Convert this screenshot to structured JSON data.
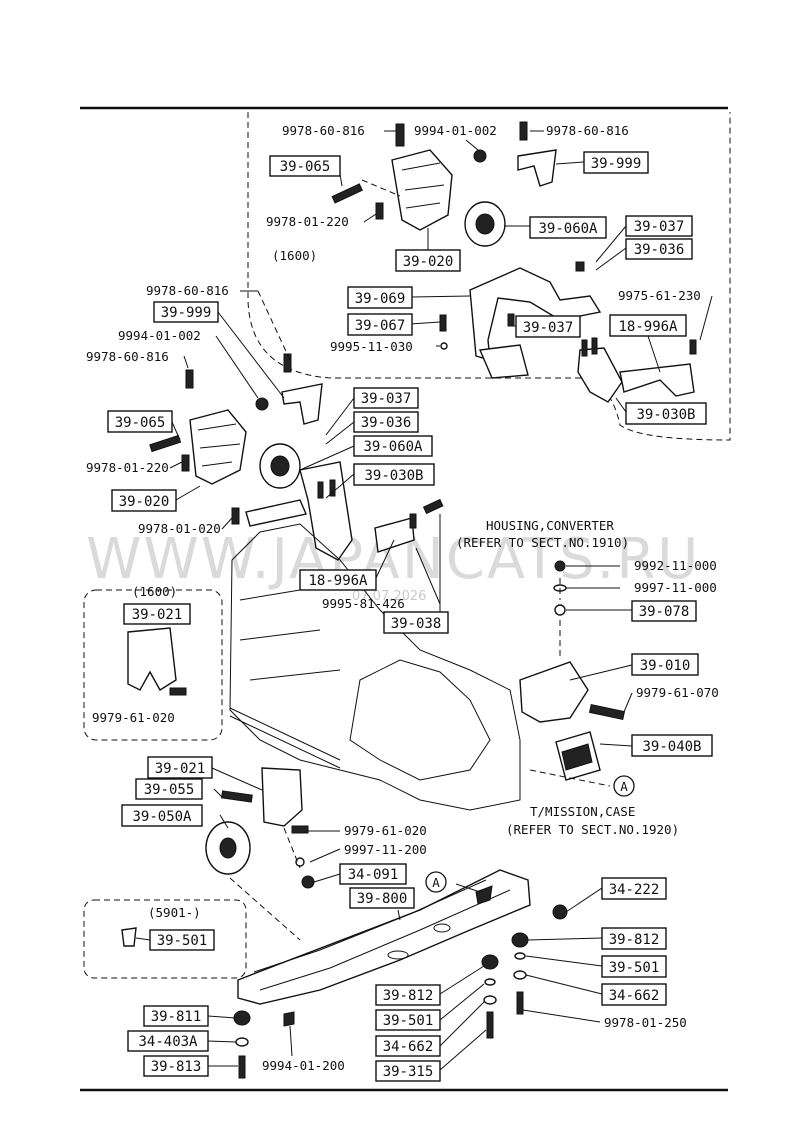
{
  "watermark": {
    "text": "WWW.JAPANCATS.RU",
    "date": "07.07.2026"
  },
  "notes": {
    "n1600_top": "(1600)",
    "n1600_left": "(1600)",
    "n5901": "(5901-)",
    "housing_1": "HOUSING,CONVERTER",
    "housing_2": "(REFER TO SECT.NO.1910)",
    "tmission_1": "T/MISSION,CASE",
    "tmission_2": "(REFER TO SECT.NO.1920)",
    "ref_a1": "A",
    "ref_a2": "A"
  },
  "boxes": {
    "b01": "39-065",
    "b02": "39-020",
    "b03": "39-999",
    "b04": "39-060A",
    "b05": "39-037",
    "b06": "39-036",
    "b07": "39-069",
    "b08": "39-067",
    "b09": "39-037",
    "b10": "18-996A",
    "b11": "39-030B",
    "b12": "39-999",
    "b13": "39-065",
    "b14": "39-020",
    "b15": "39-037",
    "b16": "39-036",
    "b17": "39-060A",
    "b18": "39-030B",
    "b19": "18-996A",
    "b20": "39-038",
    "b21": "39-021",
    "b22": "39-078",
    "b23": "39-010",
    "b24": "39-040B",
    "b25": "39-021",
    "b26": "39-055",
    "b27": "39-050A",
    "b28": "34-091",
    "b29": "39-800",
    "b30": "34-222",
    "b31": "39-501",
    "b32": "39-812",
    "b33": "39-501",
    "b34": "34-662",
    "b35": "39-811",
    "b36": "34-403A",
    "b37": "39-813",
    "b38": "39-812",
    "b39": "39-501",
    "b40": "34-662",
    "b41": "39-315"
  },
  "labels": {
    "l01": "9978-60-816",
    "l02": "9994-01-002",
    "l03": "9978-60-816",
    "l04": "9978-01-220",
    "l05": "9975-61-230",
    "l06": "9995-11-030",
    "l07": "9978-60-816",
    "l08": "9994-01-002",
    "l09": "9978-60-816",
    "l10": "9978-01-220",
    "l11": "9978-01-020",
    "l12": "9995-81-426",
    "l13": "9992-11-000",
    "l14": "9997-11-000",
    "l15": "9979-61-070",
    "l16": "9979-61-020",
    "l17": "9979-61-020",
    "l18": "9997-11-200",
    "l19": "9978-01-250",
    "l20": "9994-01-200"
  }
}
